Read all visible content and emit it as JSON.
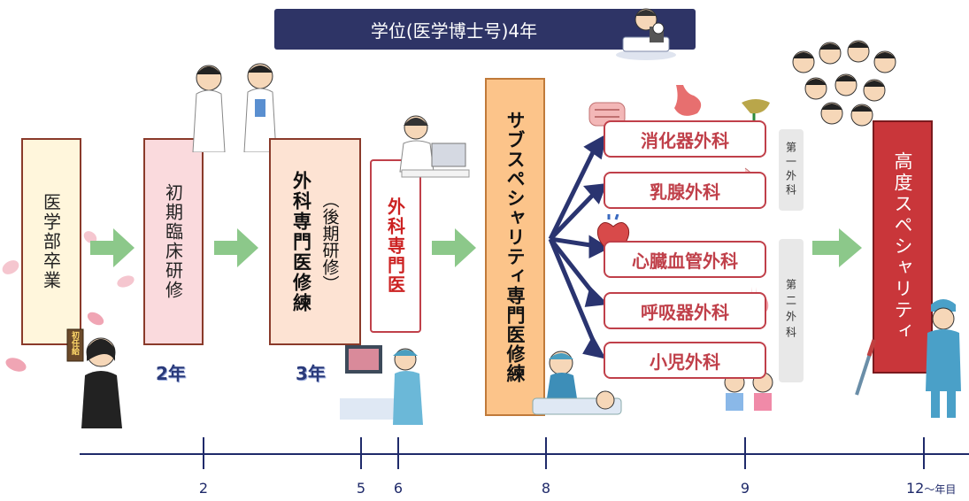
{
  "banner": {
    "text": "学位(医学博士号)4年"
  },
  "stages": {
    "graduation": "医学部卒業",
    "initial_training": "初期臨床研修",
    "specialist_training_paren": "（後期研修）",
    "specialist_training": "外科専門医修練",
    "surgical_specialist": "外科専門医",
    "subspecialty": "サブスペシャリティ専門医修練",
    "advanced": "高度スペシャリティ"
  },
  "year_badges": {
    "two": "2年",
    "three": "3年"
  },
  "specialties": [
    "消化器外科",
    "乳腺外科",
    "心臓血管外科",
    "呼吸器外科",
    "小児外科"
  ],
  "groups": {
    "first": "第一外科",
    "second": "第二外科"
  },
  "certificate": "初任給",
  "timeline": {
    "ticks": [
      "2",
      "5",
      "6",
      "8",
      "9",
      "12"
    ],
    "last_suffix": "〜年目"
  },
  "colors": {
    "banner_bg": "#2e3466",
    "arrow_green": "#8cc88a",
    "arrow_navy": "#2a3470",
    "specialty_red": "#c0404a",
    "timeline_navy": "#1f2a6a"
  }
}
